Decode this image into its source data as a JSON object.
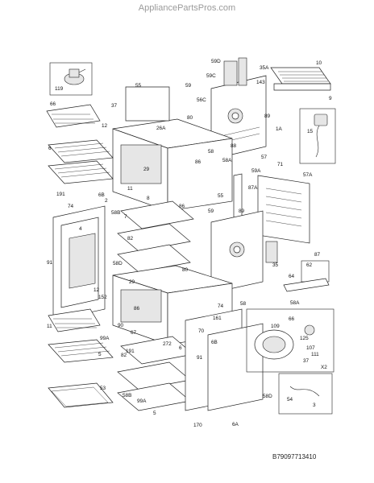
{
  "watermark": "AppliancePartsPros.com",
  "diagram_code": "B79097713410",
  "inset_label": "X2",
  "labels": [
    "10",
    "9",
    "59D",
    "35A",
    "59C",
    "143",
    "59",
    "56C",
    "55",
    "119",
    "37",
    "66",
    "12",
    "15",
    "80",
    "89",
    "1A",
    "26A",
    "58",
    "88",
    "86",
    "29",
    "57",
    "58A",
    "6",
    "11",
    "6B",
    "8",
    "59A",
    "71",
    "57A",
    "87A",
    "55",
    "191",
    "2",
    "74",
    "58B",
    "7",
    "86",
    "59",
    "89",
    "4",
    "82",
    "35",
    "87",
    "62",
    "64",
    "58D",
    "80",
    "91",
    "29",
    "12",
    "152",
    "86",
    "70",
    "58A",
    "74",
    "58",
    "161",
    "109",
    "66",
    "11",
    "90",
    "67",
    "272",
    "125",
    "111",
    "107",
    "37",
    "191",
    "6",
    "99A",
    "82",
    "91",
    "6B",
    "5",
    "53",
    "54",
    "3",
    "58D",
    "58B",
    "99A",
    "5",
    "170",
    "6A"
  ]
}
